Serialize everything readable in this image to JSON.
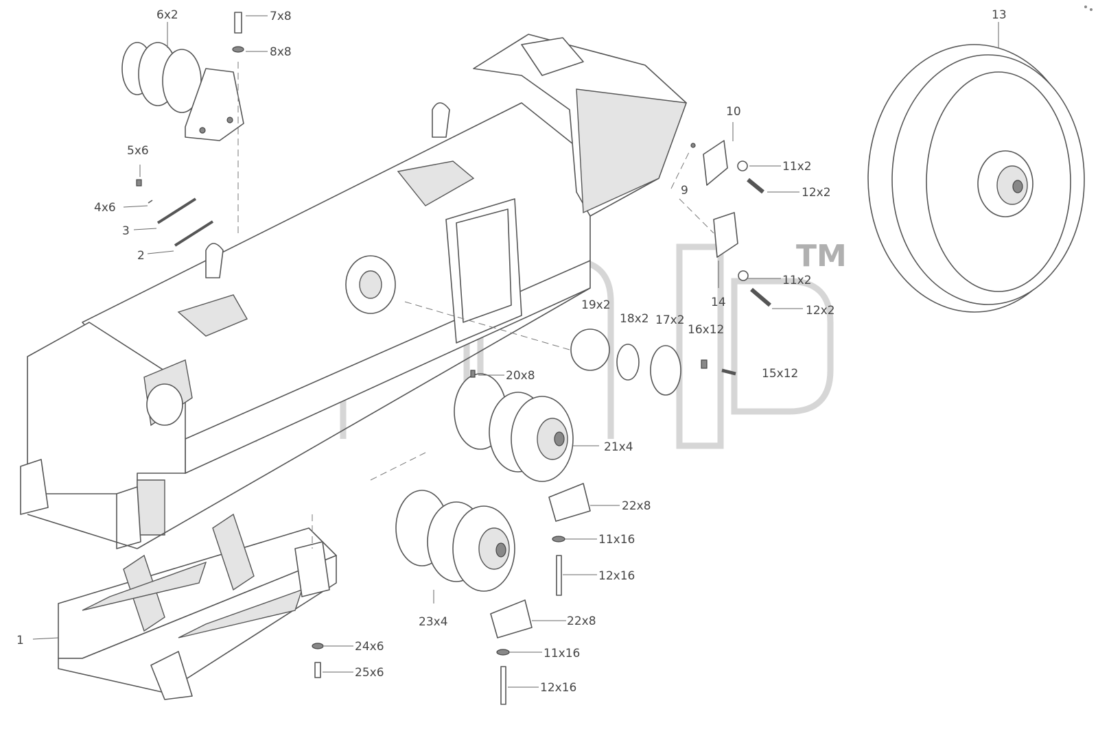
{
  "diagram": {
    "callouts": [
      {
        "id": "c6",
        "text": "6x2"
      },
      {
        "id": "c7",
        "text": "7x8"
      },
      {
        "id": "c8",
        "text": "8x8"
      },
      {
        "id": "c5",
        "text": "5x6"
      },
      {
        "id": "c4",
        "text": "4x6"
      },
      {
        "id": "c3",
        "text": "3"
      },
      {
        "id": "c2",
        "text": "2"
      },
      {
        "id": "c10",
        "text": "10"
      },
      {
        "id": "c9",
        "text": "9"
      },
      {
        "id": "c11a",
        "text": "11x2"
      },
      {
        "id": "c12a",
        "text": "12x2"
      },
      {
        "id": "c14",
        "text": "14"
      },
      {
        "id": "c11b",
        "text": "11x2"
      },
      {
        "id": "c12b",
        "text": "12x2"
      },
      {
        "id": "c13",
        "text": "13"
      },
      {
        "id": "c19",
        "text": "19x2"
      },
      {
        "id": "c18",
        "text": "18x2"
      },
      {
        "id": "c17",
        "text": "17x2"
      },
      {
        "id": "c16",
        "text": "16x12"
      },
      {
        "id": "c15",
        "text": "15x12"
      },
      {
        "id": "c20",
        "text": "20x8"
      },
      {
        "id": "c21",
        "text": "21x4"
      },
      {
        "id": "c22a",
        "text": "22x8"
      },
      {
        "id": "c11c",
        "text": "11x16"
      },
      {
        "id": "c12c",
        "text": "12x16"
      },
      {
        "id": "c23",
        "text": "23x4"
      },
      {
        "id": "c22b",
        "text": "22x8"
      },
      {
        "id": "c11d",
        "text": "11x16"
      },
      {
        "id": "c12d",
        "text": "12x16"
      },
      {
        "id": "c1",
        "text": "1"
      },
      {
        "id": "c24",
        "text": "24x6"
      },
      {
        "id": "c25",
        "text": "25x6"
      }
    ],
    "watermark": {
      "tm": "TM"
    }
  }
}
